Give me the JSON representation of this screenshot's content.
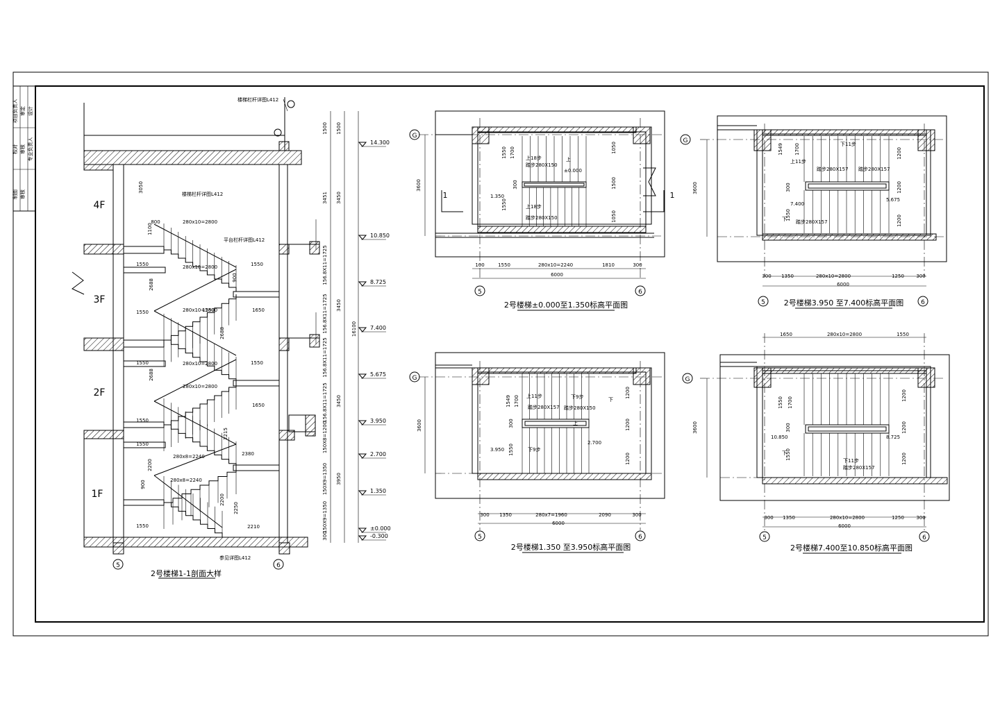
{
  "title_block": {
    "labels": [
      "项目负责人",
      "审定",
      "设计",
      "校对",
      "审核",
      "专业负责人",
      "制图",
      "审核"
    ]
  },
  "section": {
    "title": "2号楼梯1-1剖面大样",
    "floors": [
      "4F",
      "3F",
      "2F",
      "1F"
    ],
    "elevations": [
      "14.300",
      "10.850",
      "8.725",
      "7.400",
      "5.675",
      "3.950",
      "2.700",
      "1.350",
      "±0.000",
      "-0.300"
    ],
    "right_dims": [
      "1500",
      "1500",
      "3451",
      "3450",
      "156.8X11=1725",
      "156.8X11=1725",
      "3450",
      "16100",
      "156.8X11=1725",
      "156.8X11=1725",
      "3450",
      "150X8=1200",
      "150X9=1350",
      "3950",
      "150X9=1350",
      "300"
    ],
    "stair_dims": [
      "1550",
      "1550",
      "1550",
      "1550",
      "1550",
      "1550",
      "1550",
      "1550",
      "280x10=2800",
      "280x10=2800",
      "280x10=2800",
      "280x10=2800",
      "280x10=2800",
      "280x8=2240",
      "280x8=2240",
      "1650",
      "1650",
      "1550",
      "3050",
      "2688",
      "2688",
      "2688",
      "2215",
      "2200",
      "2200",
      "2250",
      "2380",
      "2210",
      "1100",
      "900",
      "900",
      "800"
    ],
    "notes": [
      "楼梯栏杆详图L412",
      "平台栏杆详图L412",
      "楼梯栏杆详图L412",
      "参见详图L412"
    ],
    "axes": [
      "5",
      "6"
    ]
  },
  "plans": [
    {
      "title": "2号楼梯±0.000至1.350标高平面图",
      "grid": "G",
      "axes": [
        "5",
        "6"
      ],
      "height_dim": "3600",
      "bottom_dims": [
        "100",
        "1550",
        "280x10=2240",
        "1810",
        "300"
      ],
      "total": "6000",
      "section_mark": "1",
      "labels": [
        "上",
        "±0.000",
        "1.350",
        "上18步",
        "踏步280X150",
        "上18步",
        "踏步280X150"
      ],
      "side_dims": [
        "1550",
        "1700",
        "300",
        "1550",
        "1050",
        "1500",
        "1050"
      ]
    },
    {
      "title": "2号楼梯3.950 至7.400标高平面图",
      "grid": "G",
      "axes": [
        "5",
        "6"
      ],
      "height_dim": "3600",
      "bottom_dims": [
        "300",
        "1350",
        "280x10=2800",
        "1250",
        "300"
      ],
      "total": "6000",
      "labels": [
        "上11步",
        "下11步",
        "踏步280X157",
        "踏步280X157",
        "7.400",
        "5.675",
        "下",
        "踏步280X157"
      ],
      "side_dims": [
        "1549",
        "1700",
        "300",
        "1550",
        "1200",
        "1200",
        "1200"
      ]
    },
    {
      "title": "2号楼梯1.350 至3.950标高平面图",
      "grid": "G",
      "axes": [
        "5",
        "6"
      ],
      "height_dim": "3600",
      "bottom_dims": [
        "300",
        "1350",
        "280x7=1960",
        "2090",
        "300"
      ],
      "total": "6000",
      "labels": [
        "上11步",
        "下9步",
        "踏步280X157",
        "踏步280X150",
        "3.950",
        "2.700",
        "下9步",
        "上",
        "下"
      ],
      "side_dims": [
        "1549",
        "1700",
        "300",
        "1550",
        "1200",
        "1200",
        "1200"
      ]
    },
    {
      "title": "2号楼梯7.400至10.850标高平面图",
      "grid": "G",
      "axes": [
        "5",
        "6"
      ],
      "height_dim": "3600",
      "top_dims": [
        "1650",
        "280x10=2800",
        "1550"
      ],
      "bottom_dims": [
        "300",
        "1350",
        "280x10=2800",
        "1250",
        "300"
      ],
      "total": "6000",
      "labels": [
        "10.850",
        "8.725",
        "下11步",
        "踏步280X157",
        "下"
      ],
      "side_dims": [
        "1550",
        "1700",
        "300",
        "1550",
        "1200",
        "1200",
        "1200"
      ]
    }
  ]
}
